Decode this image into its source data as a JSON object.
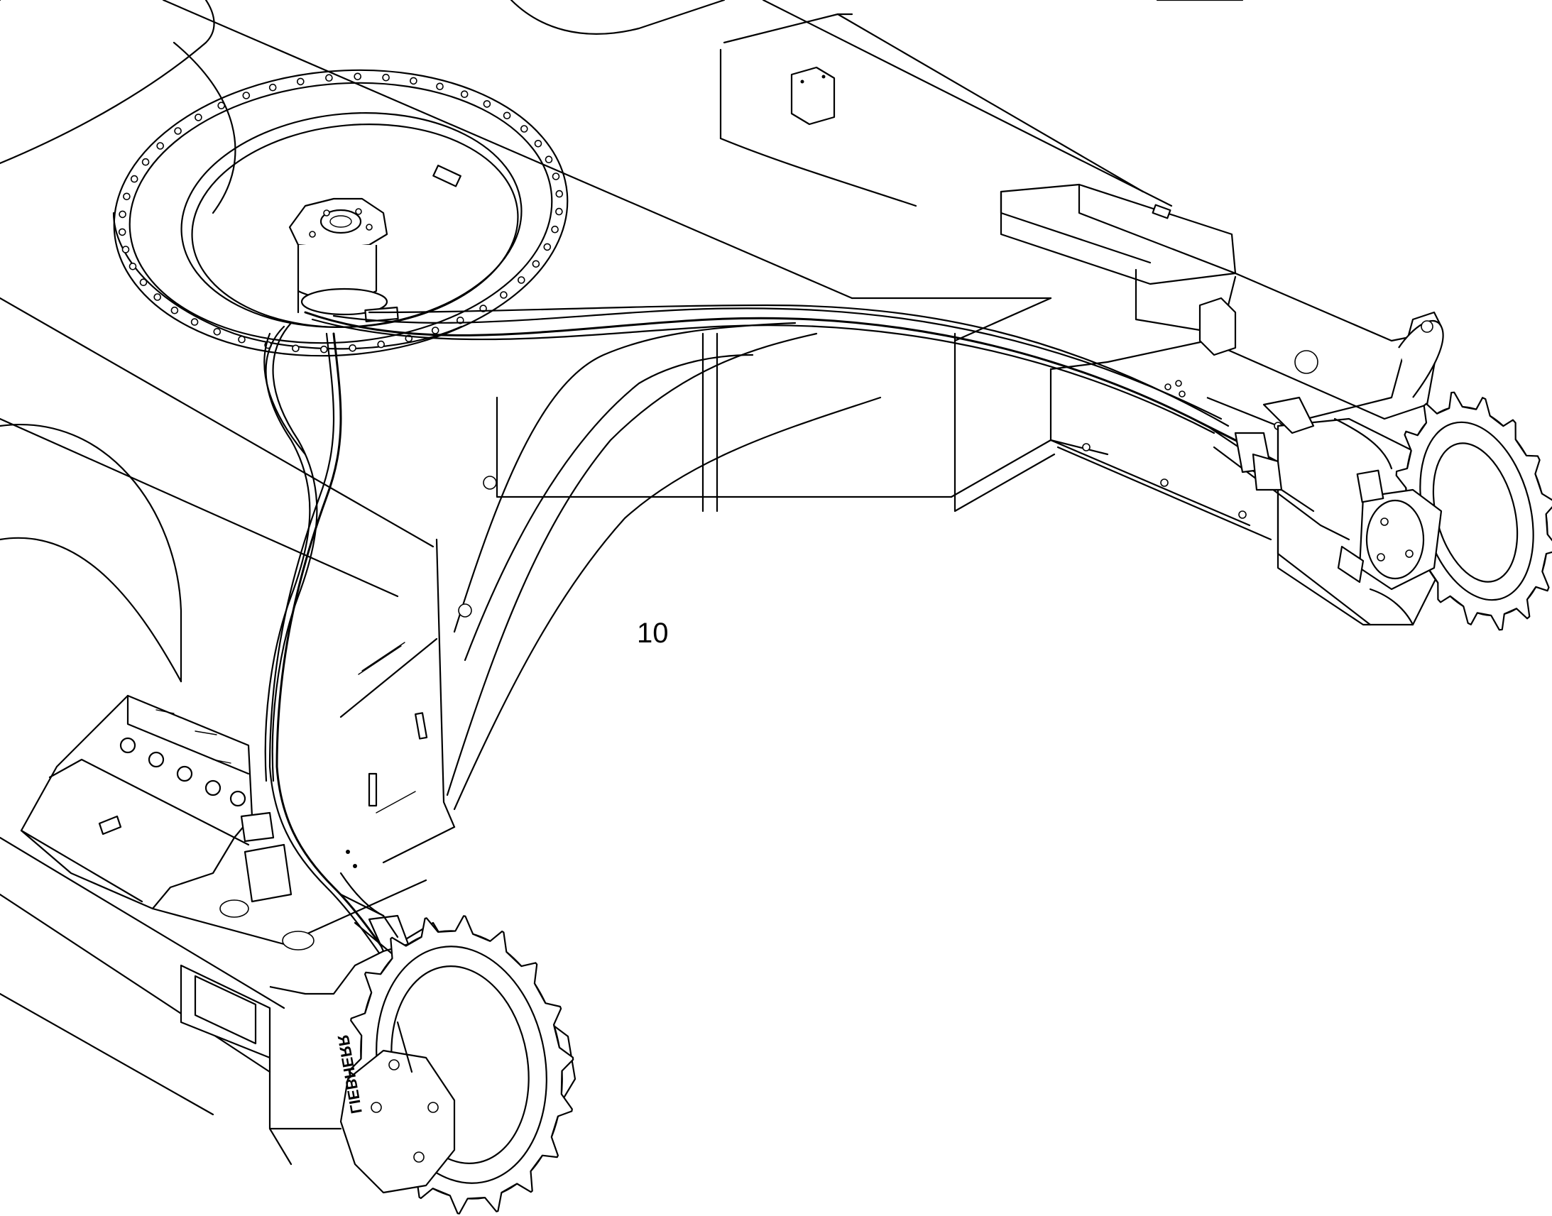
{
  "diagram": {
    "callouts": [
      {
        "id": "part-10",
        "label": "10"
      }
    ],
    "brand_marking": "LIEBHERR"
  }
}
